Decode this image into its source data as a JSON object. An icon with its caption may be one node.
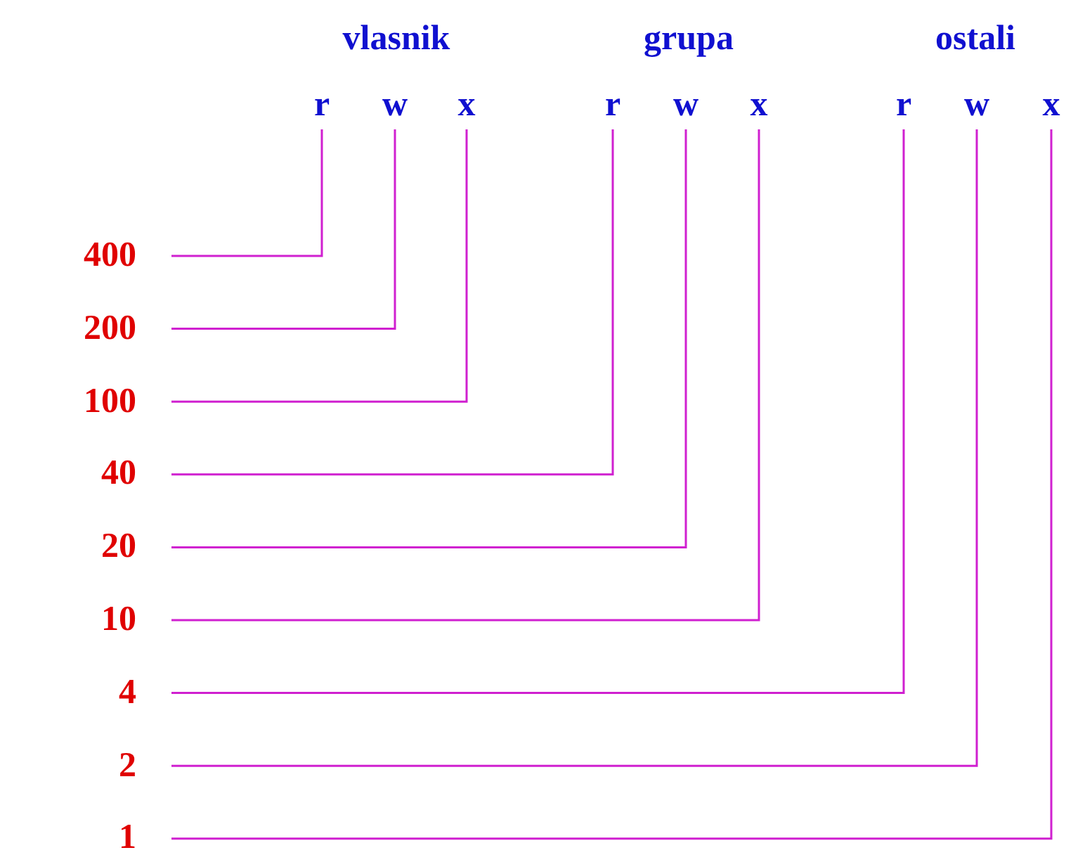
{
  "diagram": {
    "nodes": [
      {
        "text": [
          "r"
        ]
      },
      {
        "text": [
          "w"
        ]
      },
      {
        "text": [
          "x"
        ]
      },
      {
        "text": [
          "r"
        ]
      },
      {
        "text": [
          "w"
        ]
      },
      {
        "text": [
          "x"
        ]
      },
      {
        "text": [
          "r"
        ]
      },
      {
        "text": [
          "w"
        ]
      },
      {
        "text": [
          "x"
        ]
      },
      {
        "text": [
          "400"
        ]
      },
      {
        "text": [
          "200"
        ]
      },
      {
        "text": [
          "100"
        ]
      },
      {
        "text": [
          "40"
        ]
      },
      {
        "text": [
          "20"
        ]
      },
      {
        "text": [
          "10"
        ]
      },
      {
        "text": [
          "4"
        ]
      },
      {
        "text": [
          "2"
        ]
      },
      {
        "text": [
          "1"
        ]
      }
    ],
    "edges": [
      {
        "from": 9,
        "to": 0,
        "arrow": "none"
      },
      {
        "from": 10,
        "to": 1,
        "arrow": "none"
      },
      {
        "from": 11,
        "to": 2,
        "arrow": "none"
      },
      {
        "from": 12,
        "to": 3,
        "arrow": "none"
      },
      {
        "from": 13,
        "to": 4,
        "arrow": "none"
      },
      {
        "from": 14,
        "to": 5,
        "arrow": "none"
      },
      {
        "from": 15,
        "to": 6,
        "arrow": "none"
      },
      {
        "from": 16,
        "to": 7,
        "arrow": "none"
      },
      {
        "from": 17,
        "to": 8,
        "arrow": "none"
      }
    ],
    "labels": [
      "vlasnik",
      "grupa",
      "ostali"
    ]
  }
}
